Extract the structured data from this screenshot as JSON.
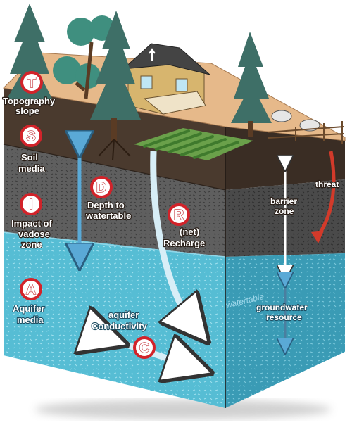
{
  "diagram": {
    "factors": [
      {
        "letter": "T",
        "label_lines": [
          "Topography",
          "slope"
        ]
      },
      {
        "letter": "S",
        "label_lines": [
          "Soil",
          "media"
        ]
      },
      {
        "letter": "I",
        "label_lines": [
          "Impact of",
          "vadose",
          "zone"
        ]
      },
      {
        "letter": "A",
        "label_lines": [
          "Aquifer",
          "media"
        ]
      },
      {
        "letter": "D",
        "label_lines": [
          "Depth to",
          "watertable"
        ]
      },
      {
        "letter": "R",
        "label_lines": [
          "(net)",
          "Recharge"
        ]
      },
      {
        "letter": "C",
        "label_lines": [
          "aquifer",
          "Conductivity"
        ]
      }
    ],
    "right_labels": {
      "threat": "threat",
      "barrier_zone": [
        "barrier",
        "zone"
      ],
      "watertable": "watertable",
      "groundwater_resource": [
        "groundwater",
        "resource"
      ]
    },
    "colors": {
      "badge_red": "#d2232a",
      "arrow_blue": "#5aa9d6",
      "threat_red": "#d23a2a",
      "ground_top": "#e6b98a",
      "soil": "#4a3a2e",
      "vadose": "#6b6b6b",
      "aquifer": "#5fc0d6"
    }
  }
}
